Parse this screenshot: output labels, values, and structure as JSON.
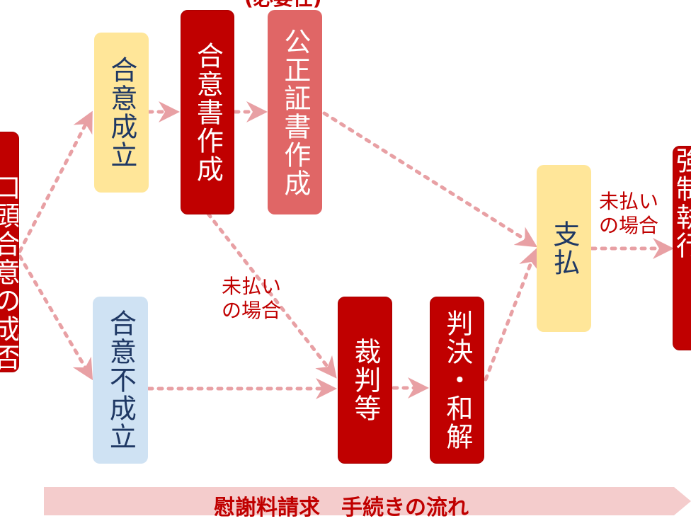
{
  "header": {
    "cut_text": "(必要性)"
  },
  "boxes": {
    "left_edge": "口頭合意の成否",
    "agreement_reached": "合意成立",
    "agreement_doc": "合意書作成",
    "notarized_doc": "公正証書作成",
    "no_agreement": "合意不成立",
    "trial": "裁判等",
    "judgment": "判決・和解",
    "payment": "支払",
    "right_edge": "強制執行"
  },
  "notes": {
    "unpaid_1": [
      "未払い",
      "の場合"
    ],
    "unpaid_2": [
      "未払い",
      "の場合"
    ]
  },
  "footer": {
    "banner_text": "慰謝料請求　手続きの流れ"
  },
  "colors": {
    "dark_red": "#c00000",
    "pink": "#e06666",
    "yellow": "#ffe699",
    "light_blue": "#cfe2f3",
    "arrow": "#e8a0a4",
    "banner": "#f4cccc"
  }
}
